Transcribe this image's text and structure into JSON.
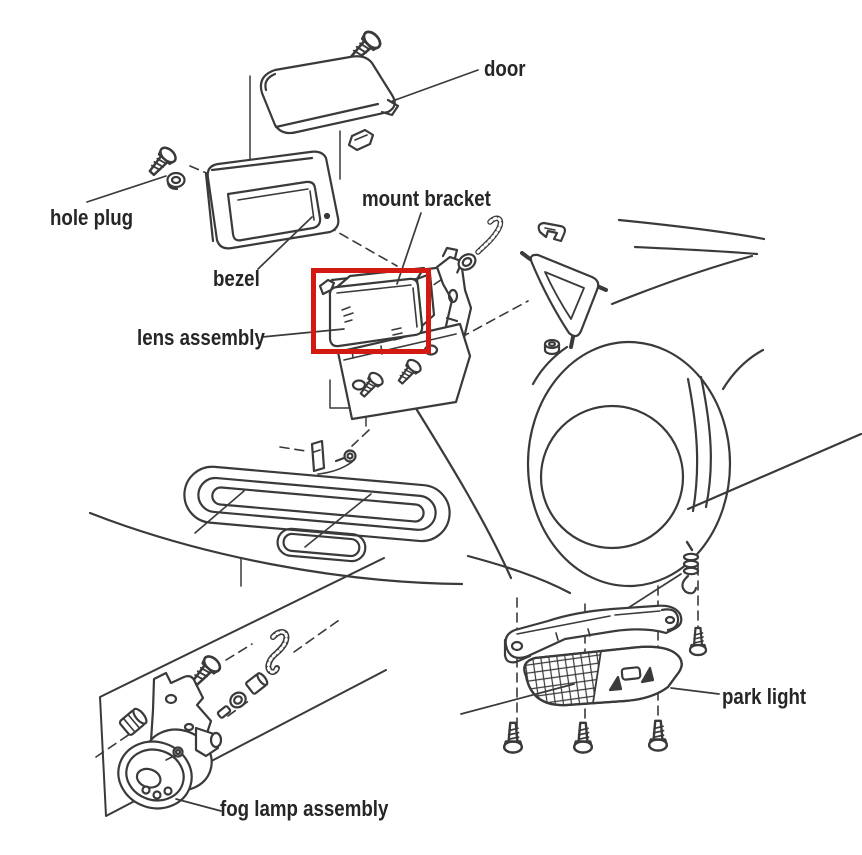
{
  "diagram": {
    "labels": {
      "door": "door",
      "hole_plug": "hole plug",
      "bezel": "bezel",
      "mount_bracket": "mount bracket",
      "lens_assembly": "lens assembly",
      "fog_lamp_assembly": "fog lamp assembly",
      "park_light": "park light"
    },
    "highlight_color": "#d21a12",
    "line_color": "#3a3a3a",
    "text_color": "#262626",
    "background_color": "#ffffff"
  }
}
